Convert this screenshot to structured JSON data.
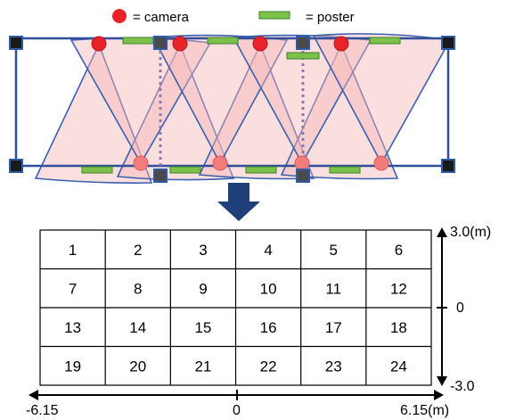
{
  "legend": {
    "camera_label": "= camera",
    "poster_label": "= poster"
  },
  "colors": {
    "room_border": "#2f4f9a",
    "corner_marker_fill": "#1a1a1a",
    "corner_marker_stroke": "#2f5aa8",
    "camera_fill": "#e8242a",
    "camera_light_fill": "#f07c7c",
    "poster_fill": "#7cc24a",
    "poster_stroke": "#3f7f2a",
    "fov_fill": "#f6b8b8",
    "fov_stroke": "#3a5fb0",
    "dotted_line": "#8a7ab0",
    "arrow_fill": "#1f3f7a",
    "grid_line": "#000000"
  },
  "grid": {
    "rows": [
      [
        "1",
        "2",
        "3",
        "4",
        "5",
        "6"
      ],
      [
        "7",
        "8",
        "9",
        "10",
        "11",
        "12"
      ],
      [
        "13",
        "14",
        "15",
        "16",
        "17",
        "18"
      ],
      [
        "19",
        "20",
        "21",
        "22",
        "23",
        "24"
      ]
    ]
  },
  "axes": {
    "y_top_label": "3.0(m)",
    "y_mid_label": "0",
    "y_bottom_label": "-3.0",
    "x_left_label": "-6.15",
    "x_mid_label": "0",
    "x_right_label": "6.15(m)"
  }
}
